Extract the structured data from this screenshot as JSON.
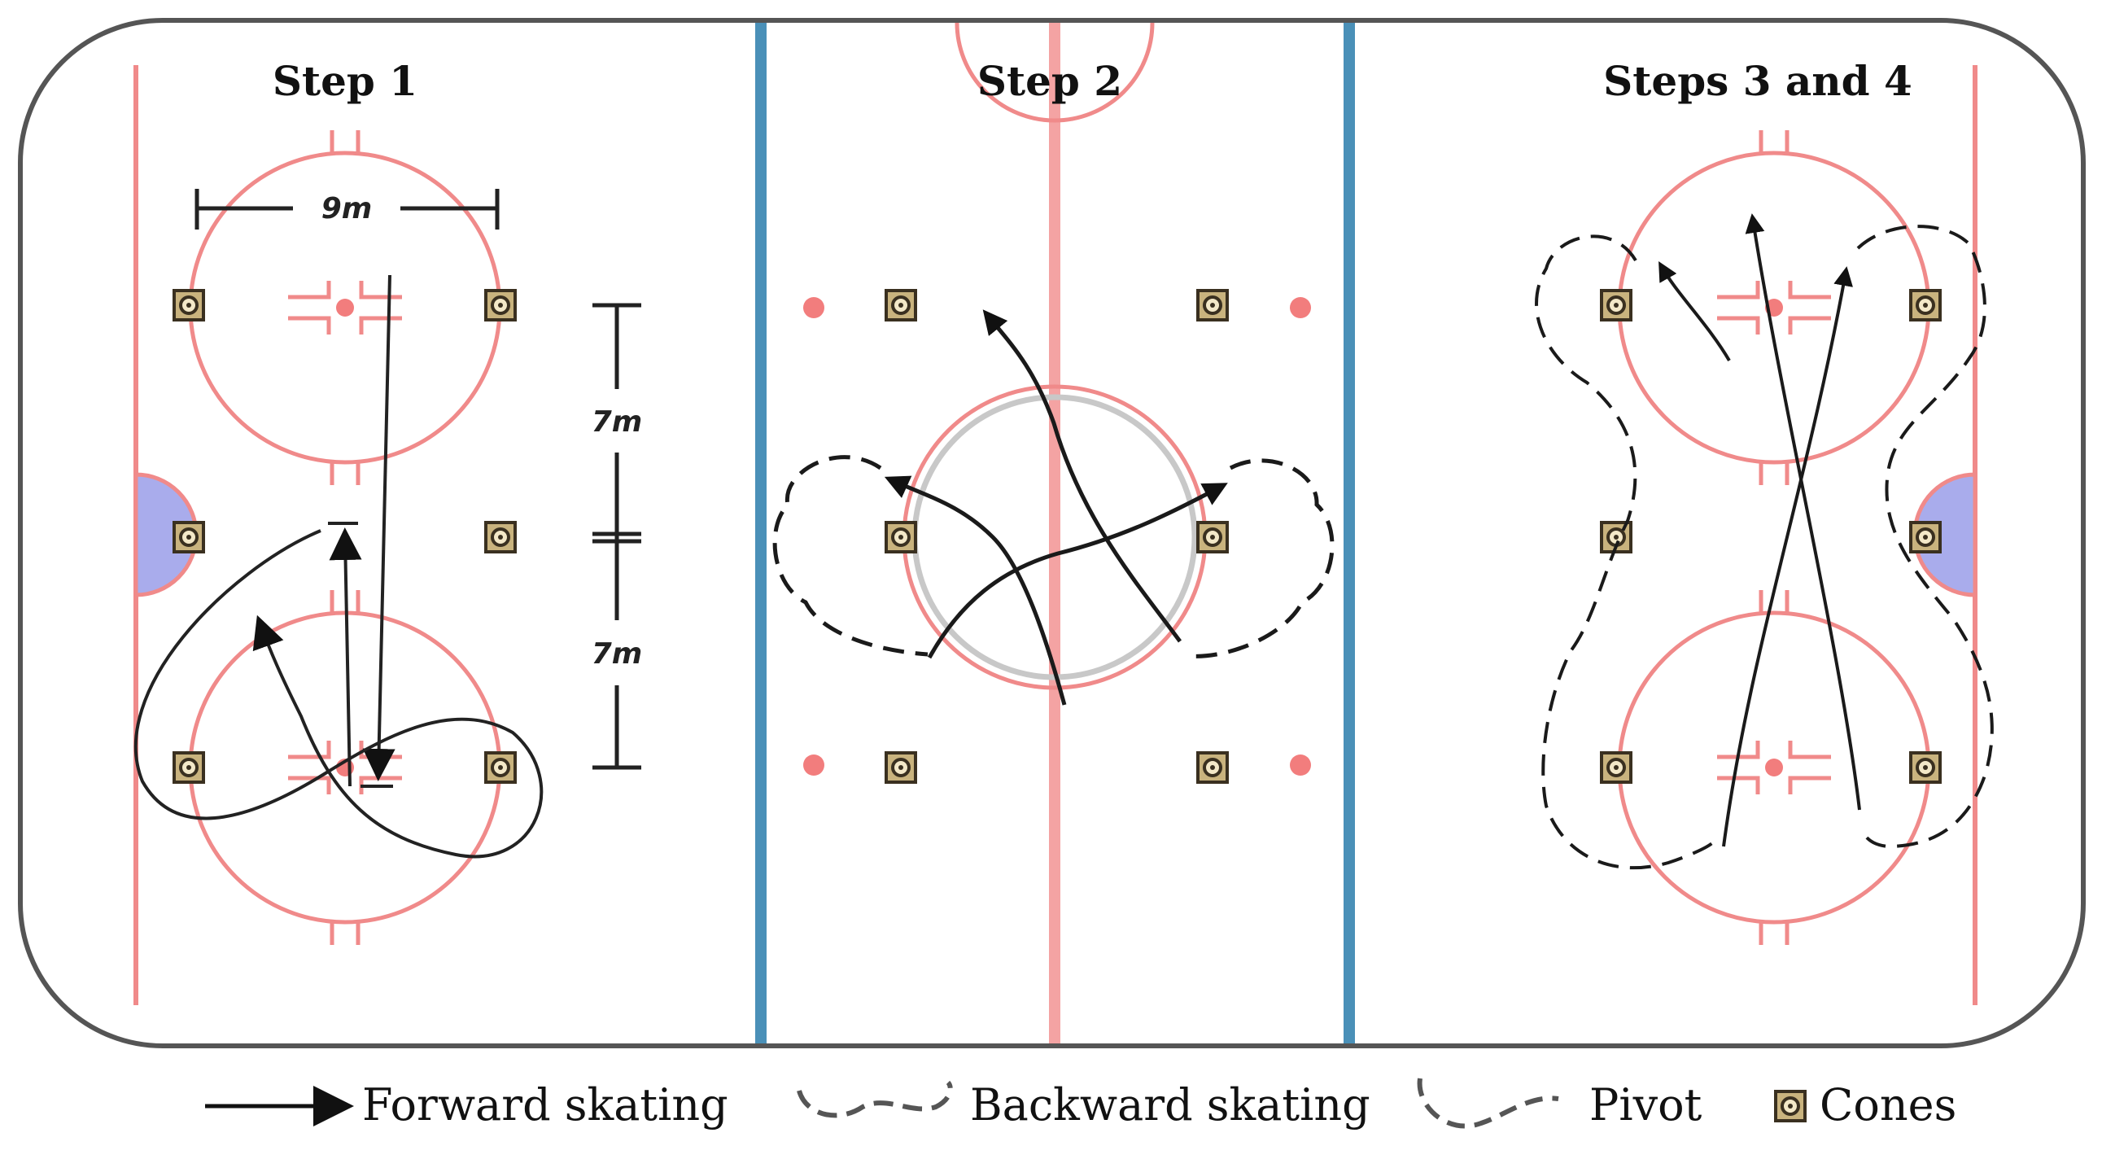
{
  "steps": {
    "step1_title": "Step 1",
    "step2_title": "Step 2",
    "step3_title": "Steps 3 and 4"
  },
  "dimensions": {
    "width_label": "9m",
    "upper_gap_label": "7m",
    "lower_gap_label": "7m"
  },
  "legend": {
    "forward": "Forward skating",
    "backward": "Backward skating",
    "pivot": "Pivot",
    "cones": "Cones"
  },
  "colors": {
    "rink_border": "#555555",
    "red_line": "#f08a8a",
    "blue_line": "#4a90b8",
    "crease": "#a9acec",
    "cone_fill": "#c9b37e",
    "path": "#222222"
  }
}
